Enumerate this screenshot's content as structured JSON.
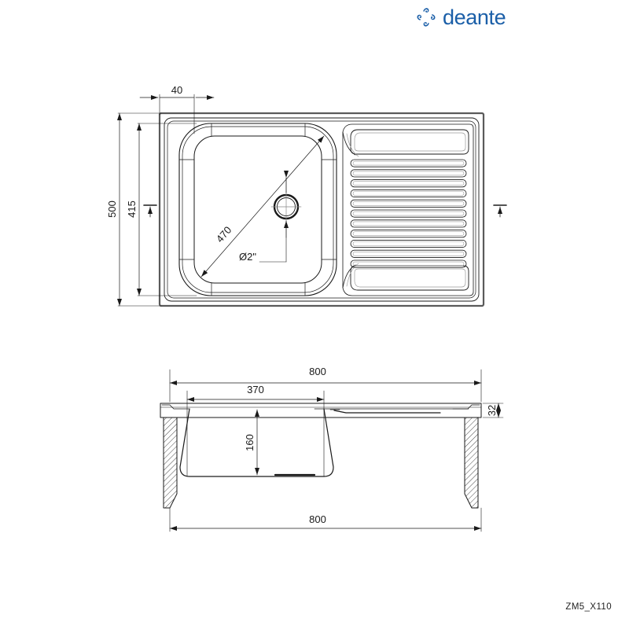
{
  "brand": {
    "name": "deante",
    "logo_icon": "four-petal-pinwheel-icon",
    "color": "#1b5fa8"
  },
  "drawing": {
    "product_code": "ZM5_X110",
    "line_color": "#1a1a1a",
    "frame_color": "#555555",
    "views": [
      {
        "id": "plan-view",
        "name": "top-plan-view"
      },
      {
        "id": "section-view",
        "name": "front-section-view"
      }
    ]
  },
  "dimensions": {
    "plan": {
      "rim_offset": {
        "value": "40",
        "unit": "mm",
        "orientation": "horizontal"
      },
      "overall_depth": {
        "value": "500",
        "unit": "mm",
        "orientation": "vertical"
      },
      "bowl_depth": {
        "value": "415",
        "unit": "mm",
        "orientation": "vertical"
      },
      "bowl_diagonal": {
        "value": "470",
        "unit": "mm",
        "orientation": "diagonal"
      },
      "drain_dia": {
        "value": "Ø2\"",
        "unit": "inch",
        "orientation": "horizontal"
      }
    },
    "section": {
      "overall_width_top": {
        "value": "800",
        "unit": "mm"
      },
      "overall_width_bottom": {
        "value": "800",
        "unit": "mm"
      },
      "bowl_width": {
        "value": "370",
        "unit": "mm"
      },
      "bowl_height": {
        "value": "160",
        "unit": "mm"
      },
      "rim_thickness": {
        "value": "32",
        "unit": "mm"
      }
    }
  },
  "features": {
    "drainboard_groove_count": 11,
    "drain_hole": "circular-drain-outlet",
    "bowl": "single-bowl-rounded-rect",
    "drainboard": "ribbed-drainboard-right"
  }
}
